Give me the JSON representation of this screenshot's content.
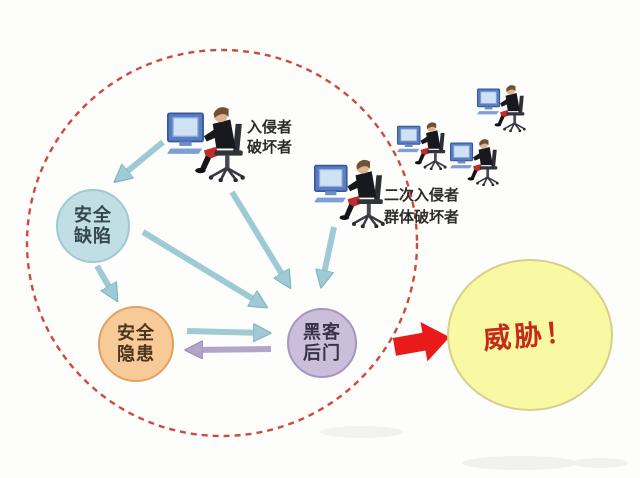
{
  "canvas": {
    "bg": "#fdfdfb"
  },
  "boundary": {
    "stroke": "#cd4a3e",
    "style": "dashed-ellipse"
  },
  "nodes": {
    "defect": {
      "line1": "安全",
      "line2": "缺陷",
      "fill": "#c0dee4",
      "border": "#a2c8d1",
      "text": "#35464c"
    },
    "hazard": {
      "line1": "安全",
      "line2": "隐患",
      "fill": "#f8ca97",
      "border": "#dda267",
      "text": "#4b3620"
    },
    "backdoor": {
      "line1": "黑客",
      "line2": "后门",
      "fill": "#cabeda",
      "border": "#a795c1",
      "text": "#39324a"
    },
    "threat": {
      "label": "威胁！",
      "fill": "#f9f9a4",
      "border": "#d7cf8c",
      "text": "#c62a18"
    }
  },
  "labels": {
    "intruder": {
      "line1": "入侵者",
      "line2": "破坏者",
      "color": "#2d2b2b"
    },
    "secondary": {
      "line1": "二次入侵者",
      "line2": "群体破坏者",
      "color": "#2d2b2b"
    }
  },
  "arrows": {
    "teal": "#9ecbd3",
    "teal_edge": "#7fb2bb",
    "purple": "#b2a5c8",
    "red": "#e81a1a"
  },
  "icons": {
    "person-at-computer-icon": "seated figure at blue CRT computer",
    "red-arrow-icon": "solid red block arrow pointing right"
  }
}
